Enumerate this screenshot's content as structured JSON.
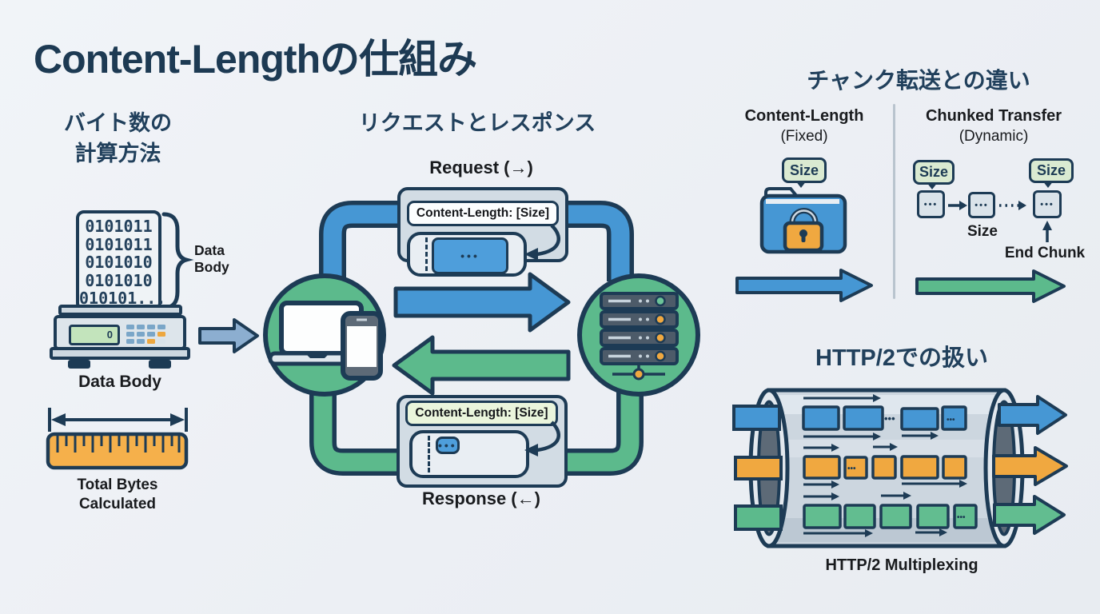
{
  "title": "Content-Lengthの仕組み",
  "dots": "•••",
  "colors": {
    "background": "#eef1f6",
    "navy_outline": "#1d3b55",
    "blue": "#4697d4",
    "green": "#5cba8c",
    "orange": "#f0a840",
    "card_gray": "#d2dce4",
    "label_green": "#eaf5dc",
    "badge_green": "#daead1"
  },
  "byte_calc": {
    "heading": [
      "バイト数の",
      "計算方法"
    ],
    "binary_lines": [
      "0101011",
      "0101011",
      "0101010",
      "0101010",
      "010101..."
    ],
    "brace_label": [
      "Data",
      "Body"
    ],
    "display_value": "0",
    "scale_caption": "Data Body",
    "ruler_caption": [
      "Total Bytes",
      "Calculated"
    ]
  },
  "req_res": {
    "heading": "リクエストとレスポンス",
    "request_label": "Request (→)",
    "response_label": "Response (←)",
    "request_header": "Content-Length: [Size]",
    "response_header": "Content-Length: [Size]"
  },
  "chunked": {
    "heading": "チャンク転送との違い",
    "left_title": "Content-Length",
    "left_subtitle": "(Fixed)",
    "right_title": "Chunked Transfer",
    "right_subtitle": "(Dynamic)",
    "size_badge": "Size",
    "size_label": "Size",
    "end_chunk_label": "End Chunk"
  },
  "http2": {
    "heading": "HTTP/2での扱い",
    "caption": "HTTP/2 Multiplexing"
  }
}
